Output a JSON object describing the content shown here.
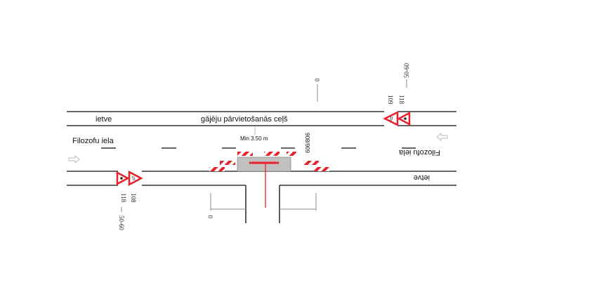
{
  "labels": {
    "sidewalk_top": "ietve",
    "pedestrian_path": "gājēju pārvietošanās ceļš",
    "street_left": "Filozofu iela",
    "street_right": "Filozofu iela",
    "sidewalk_bottom": "ietve",
    "min_width": "Min 3.50 m",
    "barrier_code": "606/806"
  },
  "signs": {
    "top_right": {
      "codes": [
        "109",
        "118"
      ],
      "distance": "50-60"
    },
    "bottom_left": {
      "codes": [
        "118",
        "108"
      ],
      "distance": "50-60"
    }
  },
  "markers": {
    "top_zero": "0",
    "bottom_zero": "0"
  },
  "colors": {
    "red": "#e8202a",
    "hatch": "#e8202a",
    "work_zone": "#c0c0c0"
  }
}
